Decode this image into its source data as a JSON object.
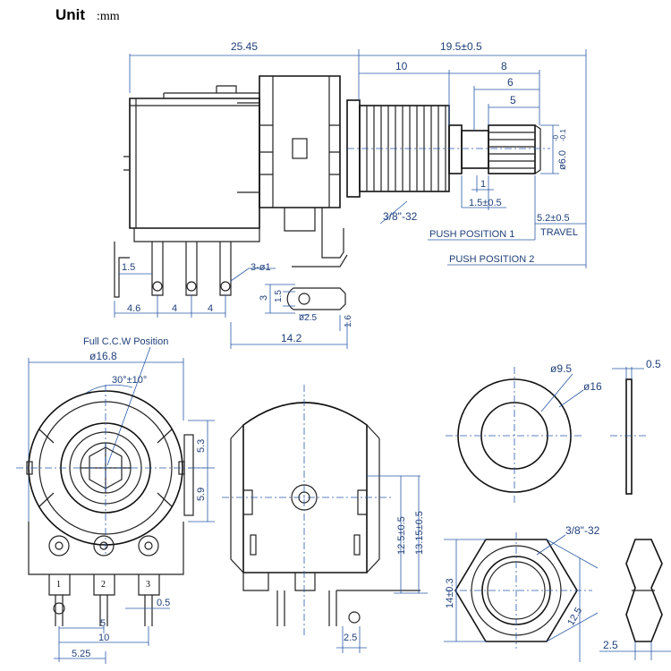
{
  "header": {
    "unit_label": "Unit",
    "unit_value": ":mm"
  },
  "side_view": {
    "dims": {
      "overall_body": "25.45",
      "shaft_total": "19.5±0.5",
      "bushing": "10",
      "d8": "8",
      "d6": "6",
      "d5": "5",
      "d1": "1",
      "knurl_offset": "1.5±0.5",
      "shaft_dia": "ø6.0",
      "shaft_tol_top": "-0",
      "shaft_tol_bottom": "-0.1",
      "thread": "3/8\"-32",
      "travel": "5.2±0.5",
      "travel_label": "TRAVEL",
      "push1": "PUSH POSITION 1",
      "push2": "PUSH POSITION 2",
      "pin_pitch_start": "1.5",
      "pin_holes": "3-ø1",
      "pitch_46": "4.6",
      "pitch_4a": "4",
      "pitch_4b": "4",
      "lug_3": "3",
      "lug_15": "1.5",
      "lug_hole": "ø2.5",
      "lug_16": "1.6",
      "lug_reach": "14.2"
    }
  },
  "front_view": {
    "dims": {
      "ccw_label": "Full C.C.W Position",
      "body_dia": "ø16.8",
      "angle": "30°±10°",
      "d53": "5.3",
      "d59": "5.9",
      "pin1": "1",
      "pin2": "2",
      "pin3": "3",
      "d05": "0.5",
      "d5": "5",
      "d10": "10",
      "d525": "5.25"
    }
  },
  "rear_view": {
    "dims": {
      "d125": "12.5±0.5",
      "d1315": "13.15±0.5",
      "d25": "2.5"
    }
  },
  "washer": {
    "inner": "ø9.5",
    "outer": "ø16",
    "thickness": "0.5"
  },
  "nut": {
    "thread": "3/8\"-32",
    "height": "14±0.3",
    "flats": "12.5",
    "thickness": "2.5"
  }
}
